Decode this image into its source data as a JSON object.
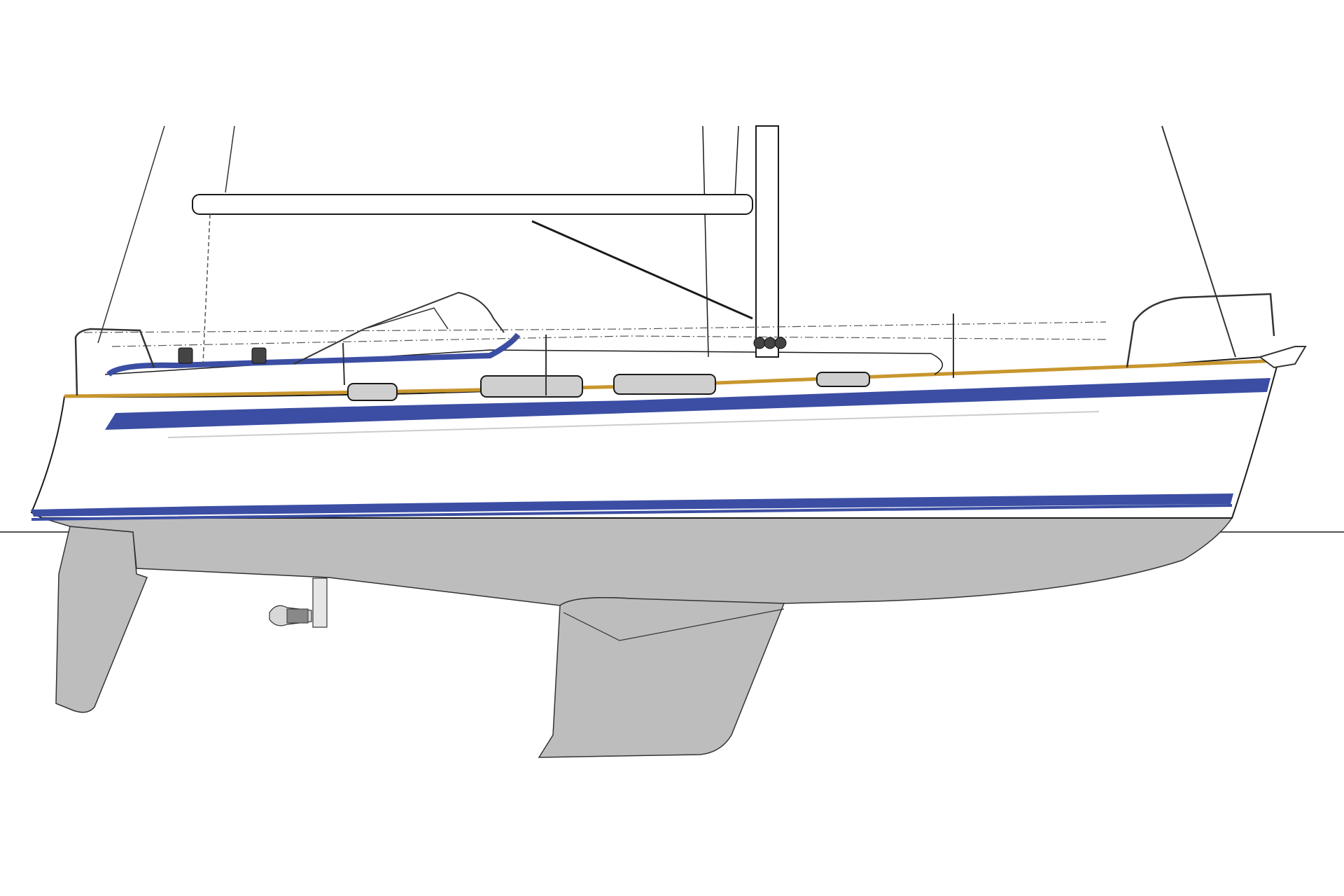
{
  "drawing": {
    "subject": "sailboat-side-profile",
    "colors": {
      "background": "#ffffff",
      "outline": "#1a1a1a",
      "stripe_blue": "#3b4ea3",
      "rubrail_gold": "#c8962e",
      "underbody_gray": "#bdbdbd",
      "window_gray": "#cfcfcf",
      "rigging": "#333333"
    },
    "parts": [
      "mast",
      "boom",
      "backstay",
      "forestay",
      "hull-topsides",
      "boot-stripe",
      "sheer-stripe",
      "rub-rail",
      "cabin-windows",
      "spray-hood",
      "pulpit",
      "stern-rail",
      "stanchions",
      "winches",
      "keel",
      "rudder",
      "skeg",
      "propeller",
      "waterline",
      "anchor-roller"
    ]
  }
}
